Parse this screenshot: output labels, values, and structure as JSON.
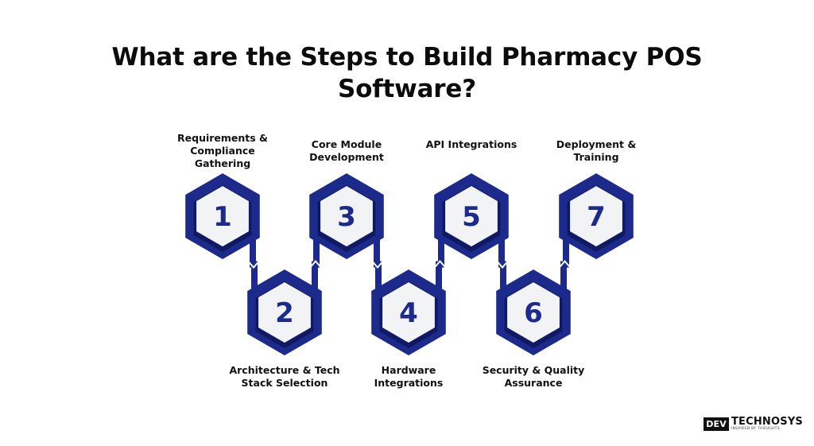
{
  "title": "What are the Steps to Build Pharmacy POS Software?",
  "colors": {
    "hex_fill": "#1c2a8c",
    "hex_dark": "#0f1a62",
    "hex_inner": "#f2f3f5",
    "number_color": "#1c2a8c",
    "connector": "#1c2a8c"
  },
  "steps": [
    {
      "number": "1",
      "label": "Requirements & Compliance Gathering"
    },
    {
      "number": "2",
      "label": "Architecture & Tech Stack Selection"
    },
    {
      "number": "3",
      "label": "Core Module Development"
    },
    {
      "number": "4",
      "label": "Hardware Integrations"
    },
    {
      "number": "5",
      "label": "API Integrations"
    },
    {
      "number": "6",
      "label": "Security & Quality Assurance"
    },
    {
      "number": "7",
      "label": "Deployment & Training"
    }
  ],
  "brand": {
    "box": "DEV",
    "main": "TECHNOSYS",
    "tagline": "INSPIRED BY THOUGHTS"
  }
}
